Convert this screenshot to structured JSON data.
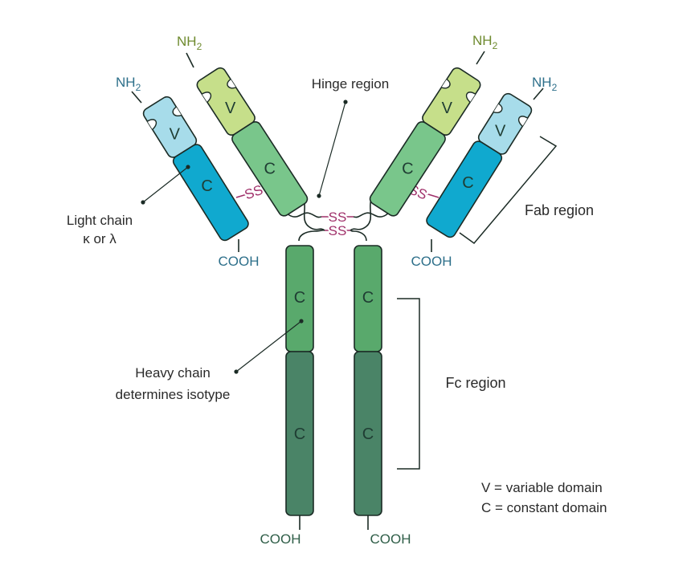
{
  "diagram": {
    "terminals": {
      "nh2": "NH",
      "nh2_sub": "2",
      "cooh": "COOH"
    },
    "domains": {
      "variable": "V",
      "constant": "C"
    },
    "disulfide": "SS",
    "labels": {
      "hinge": "Hinge region",
      "light_chain_line1": "Light chain",
      "light_chain_line2": "κ or λ",
      "heavy_chain_line1": "Heavy chain",
      "heavy_chain_line2": "determines isotype",
      "fab": "Fab region",
      "fc": "Fc region"
    },
    "legend": {
      "variable": "V = variable domain",
      "constant": "C = constant domain"
    },
    "colors": {
      "light_variable": "#a7dcea",
      "light_constant": "#10a9cf",
      "heavy_variable": "#c6df8a",
      "heavy_constant_1": "#79c68b",
      "heavy_fc_upper": "#59a96c",
      "heavy_fc_lower": "#4a8467",
      "disulfide": "#a0306a",
      "outline": "#1b2b25",
      "terminal_light": "#2d6f8a",
      "terminal_heavy_nh2": "#6e8a2e",
      "terminal_heavy_cooh": "#2f5e48"
    }
  }
}
